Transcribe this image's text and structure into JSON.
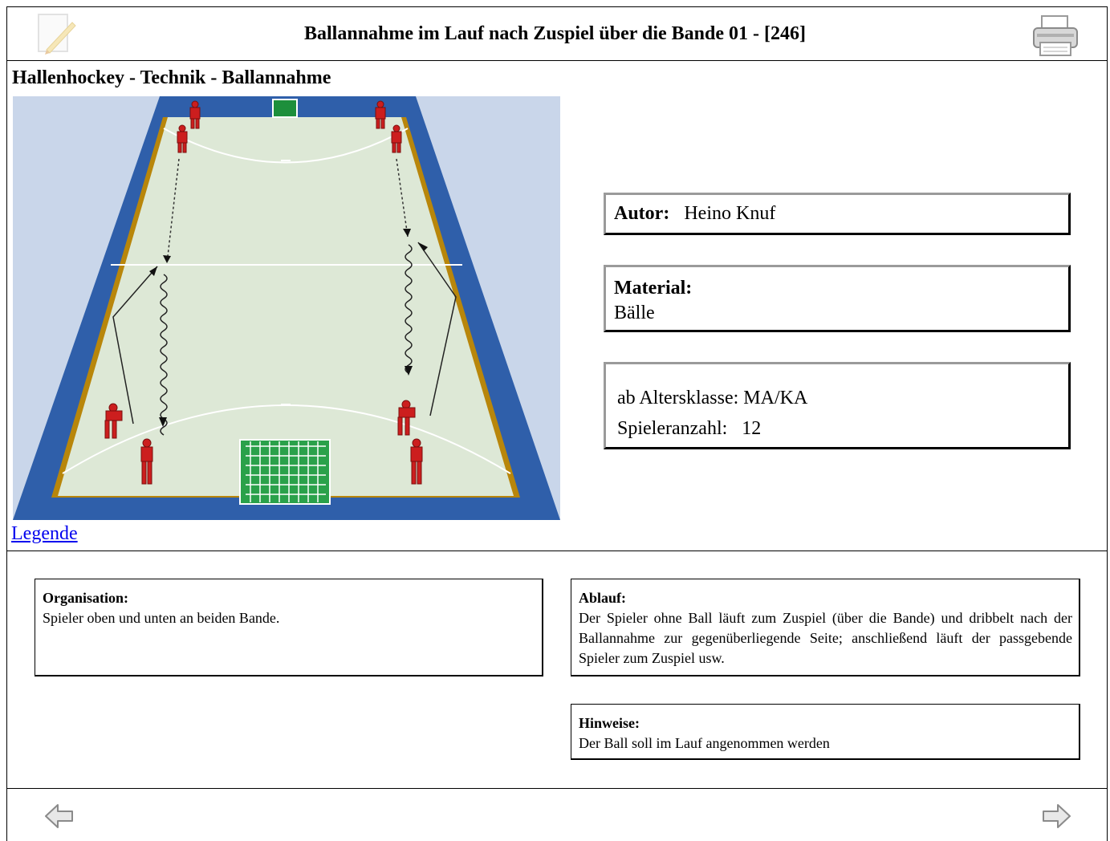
{
  "header": {
    "title": "Ballannahme im Lauf nach Zuspiel über die Bande 01 - [246]",
    "edit_icon": "edit-note-icon",
    "print_icon": "printer-icon"
  },
  "subtitle": "Hallenhockey - Technik - Ballannahme",
  "diagram": {
    "description_icon": "hockey-field-drill-diagram",
    "colors": {
      "border": "#2f5faa",
      "floor": "#dde8d6",
      "bande": "#b8860b",
      "player": "#cc1e1e",
      "background": "#c9d6ea"
    }
  },
  "legend_link": "Legende",
  "info": {
    "author_label": "Autor:",
    "author_value": "Heino Knuf",
    "material_label": "Material:",
    "material_value": "Bälle",
    "age_line": "ab Altersklasse: MA/KA",
    "players_label": "Spieleranzahl:",
    "players_value": "12"
  },
  "organisation": {
    "label": "Organisation:",
    "text": "Spieler oben und unten an beiden Bande."
  },
  "ablauf": {
    "label": "Ablauf:",
    "text": "Der Spieler ohne Ball läuft zum Zuspiel (über die Bande) und dribbelt nach der Ballannahme zur gegenüberliegende Seite; anschließend läuft der passgebende Spieler zum Zuspiel usw."
  },
  "hinweise": {
    "label": "Hinweise:",
    "text": "Der Ball soll im Lauf angenommen werden"
  },
  "nav": {
    "prev_icon": "arrow-left-icon",
    "next_icon": "arrow-right-icon"
  }
}
